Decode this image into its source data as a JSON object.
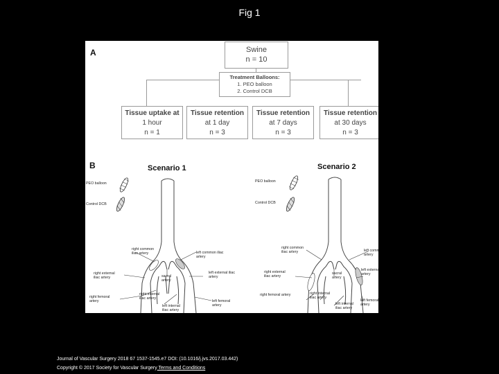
{
  "slide_title": "Fig 1",
  "panel_a": {
    "letter": "A",
    "root": {
      "line1": "Swine",
      "line2": "n = 10"
    },
    "treatment": {
      "title": "Treatment Balloons:",
      "item1": "1. PEO balloon",
      "item2": "2. Control DCB"
    },
    "groups": [
      {
        "line1": "Tissue uptake at",
        "line2": "1 hour",
        "line3": "n = 1"
      },
      {
        "line1": "Tissue retention",
        "line2": "at 1 day",
        "line3": "n = 3"
      },
      {
        "line1": "Tissue retention",
        "line2": "at 7 days",
        "line3": "n = 3"
      },
      {
        "line1": "Tissue retention",
        "line2": "at 30 days",
        "line3": "n = 3"
      }
    ]
  },
  "panel_b": {
    "letter": "B",
    "scenario1": {
      "title": "Scenario 1",
      "legend_peo": "PEO balloon",
      "legend_dcb": "Control DCB",
      "labels": {
        "right_common": "right common\niliac artery",
        "left_common": "left common iliac\nartery",
        "right_external": "right external\niliac artery",
        "sacral": "sacral\nartery",
        "left_external": "left external iliac\nartery",
        "right_femoral": "right femoral\nartery",
        "right_internal": "right internal\niliac artery",
        "left_internal": "left internal\niliac artery",
        "left_femoral": "left femoral\nartery"
      }
    },
    "scenario2": {
      "title": "Scenario 2",
      "legend_peo": "PEO balloon",
      "legend_dcb": "Control DCB",
      "labels": {
        "right_common": "right common\niliac artery",
        "left_common": "left common iliac\nartery",
        "right_external": "right external\niliac artery",
        "sacral": "sacral\nartery",
        "left_external": "left external iliac\nartery",
        "right_femoral": "right femoral artery",
        "right_internal": "right internal\niliac artery",
        "left_internal": "left internal\niliac artery",
        "left_femoral": "left femoral\nartery"
      }
    }
  },
  "footer": {
    "citation": "Journal of Vascular Surgery 2018 67 1537-1545.e7 DOI: (10.1016/j.jvs.2017.03.442)",
    "copyright": "Copyright © 2017 Society for Vascular Surgery",
    "terms_link": " Terms and Conditions"
  }
}
